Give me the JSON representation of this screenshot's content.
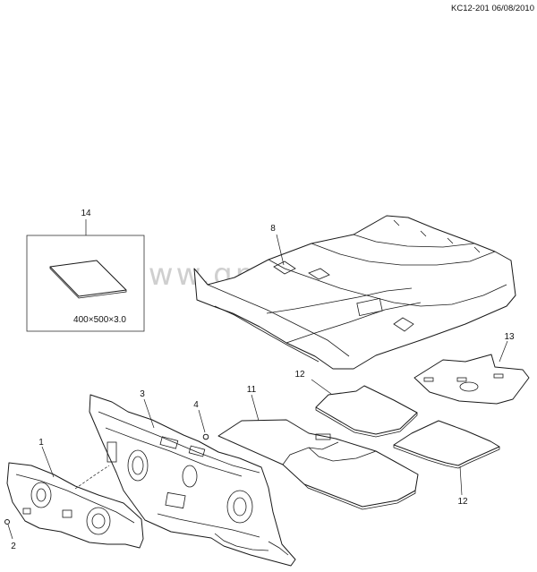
{
  "header": {
    "code": "KC12-201 06/08/2010"
  },
  "watermark": {
    "text": "www.gmsklad.ru"
  },
  "inset": {
    "callout": "14",
    "dimensions": "400×500×3.0"
  },
  "callouts": [
    {
      "id": "c1",
      "label": "1"
    },
    {
      "id": "c2",
      "label": "2"
    },
    {
      "id": "c3",
      "label": "3"
    },
    {
      "id": "c4",
      "label": "4"
    },
    {
      "id": "c8",
      "label": "8"
    },
    {
      "id": "c11",
      "label": "11"
    },
    {
      "id": "c12a",
      "label": "12"
    },
    {
      "id": "c12b",
      "label": "12"
    },
    {
      "id": "c13",
      "label": "13"
    }
  ]
}
